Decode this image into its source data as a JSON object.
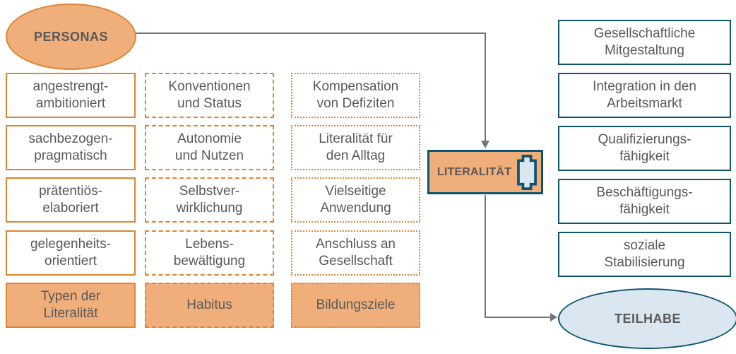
{
  "diagram": {
    "personas": {
      "label": "PERSONAS"
    },
    "literalitaet": {
      "label": "LITERALITÄT",
      "icon": "page-icon"
    },
    "teilhabe": {
      "label": "TEILHABE"
    },
    "columns": [
      {
        "category": "Typen der\nLiteralität",
        "border_style": "solid",
        "items": [
          "angestrengt-\nambitioniert",
          "sachbezogen-\npragmatisch",
          "prätentiös-\nelaboriert",
          "gelegenheits-\norientiert"
        ]
      },
      {
        "category": "Habitus",
        "border_style": "dashed",
        "items": [
          "Konventionen\nund Status",
          "Autonomie\nund Nutzen",
          "Selbstver-\nwirklichung",
          "Lebens-\nbewältigung"
        ]
      },
      {
        "category": "Bildungsziele",
        "border_style": "dotted",
        "items": [
          "Kompensation\nvon Defiziten",
          "Literalität für\nden Alltag",
          "Vielseitige\nAnwendung",
          "Anschluss an\nGesellschaft"
        ]
      }
    ],
    "outcomes": [
      "Gesellschaftliche\nMitgestaltung",
      "Integration in den\nArbeitsmarkt",
      "Qualifizierungs-\nfähigkeit",
      "Beschäftigungs-\nfähigkeit",
      "soziale\nStabilisierung"
    ],
    "colors": {
      "orange_fill": "#efae7a",
      "orange_border": "#dd8534",
      "teal_border": "#0d5470",
      "light_blue_fill": "#dbe7f0",
      "text": "#595959",
      "arrow": "#747474"
    }
  }
}
